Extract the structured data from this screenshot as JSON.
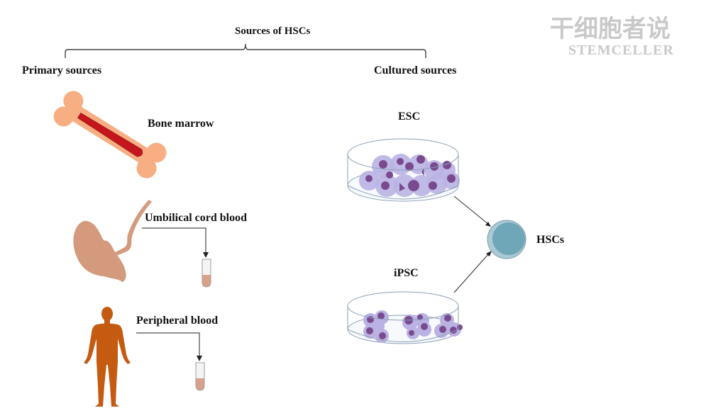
{
  "title": "Sources of HSCs",
  "branches": {
    "primary": "Primary sources",
    "cultured": "Cultured sources"
  },
  "primary_sources": [
    {
      "label": "Bone marrow",
      "icon": "bone-icon"
    },
    {
      "label": "Umbilical cord blood",
      "icon": "fetus-icon"
    },
    {
      "label": "Peripheral blood",
      "icon": "human-body-icon"
    }
  ],
  "cultured_sources": [
    {
      "label": "ESC",
      "icon": "petri-dish-icon"
    },
    {
      "label": "iPSC",
      "icon": "petri-dish-icon"
    }
  ],
  "target": {
    "label": "HSCs",
    "icon": "stem-cell-icon"
  },
  "watermark": {
    "chinese": "干细胞者说",
    "english": "STEMCELLER"
  },
  "colors": {
    "bone": "#f6ae82",
    "marrow": "#c4161c",
    "fetus": "#d39a7e",
    "human": "#c55a11",
    "cell_light": "#b9b2e3",
    "cell_nucleus": "#7a4a8e",
    "hsc_fill": "#6fa6b8",
    "hsc_edge": "#a9c9d6",
    "blood": "#d9a08a"
  }
}
